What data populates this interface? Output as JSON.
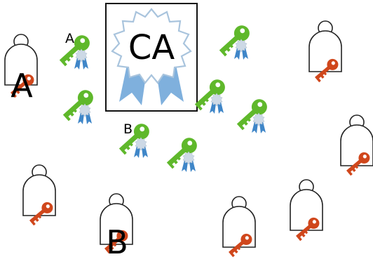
{
  "ca_box": {
    "label": "CA"
  },
  "person_a": {
    "label": "A"
  },
  "person_b": {
    "label": "B"
  },
  "cert_a": {
    "label": "A"
  },
  "cert_b": {
    "label": "B"
  },
  "colors": {
    "private_key": "#d0471c",
    "certificate_key": "#5fb82b",
    "certificate_seal": "#cdd9e6",
    "ribbon": "#3f86c8",
    "ca_ribbon": "#7fb0dd",
    "outline": "#222222"
  },
  "icons": {
    "person": "person-icon",
    "private_key": "red-key-icon",
    "certificate": "green-key-certificate-icon",
    "ca_seal": "award-seal-icon"
  }
}
